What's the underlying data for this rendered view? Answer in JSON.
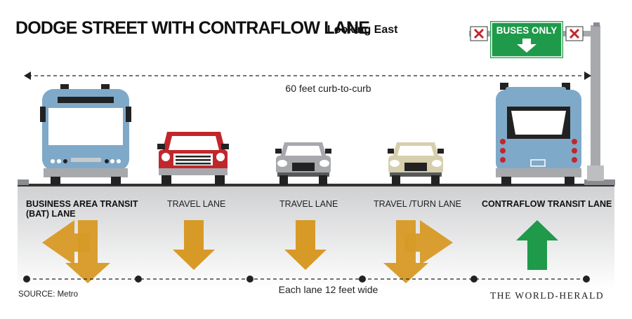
{
  "title": "DODGE STREET WITH CONTRAFLOW LANE",
  "subtitle": "Looking East",
  "sign": {
    "label": "BUSES ONLY"
  },
  "dimensions": {
    "width_label": "60 feet curb-to-curb",
    "lane_width_label": "Each lane 12 feet wide"
  },
  "lanes": [
    {
      "label_line1": "BUSINESS AREA TRANSIT",
      "label_line2": "(BAT) LANE",
      "vehicle": "bus",
      "arrows": "left-down"
    },
    {
      "label_line1": "TRAVEL LANE",
      "label_line2": "",
      "vehicle": "red car",
      "arrows": "down"
    },
    {
      "label_line1": "TRAVEL LANE",
      "label_line2": "",
      "vehicle": "gray car",
      "arrows": "down"
    },
    {
      "label_line1": "TRAVEL /TURN LANE",
      "label_line2": "",
      "vehicle": "tan car",
      "arrows": "down-right"
    },
    {
      "label_line1": "CONTRAFLOW TRANSIT LANE",
      "label_line2": "",
      "vehicle": "bus rear",
      "arrows": "up"
    }
  ],
  "source": "SOURCE: Metro",
  "credit": "THE WORLD-HERALD",
  "colors": {
    "bus": "#7fa9c9",
    "red_car": "#c0272d",
    "gray_car": "#a7a9ac",
    "tan_car": "#d6cfae",
    "arrow_gold": "#d79a27",
    "arrow_green": "#1e9a4a",
    "sign_green": "#1e9a4a",
    "road_gray": "#d7d8d9"
  }
}
